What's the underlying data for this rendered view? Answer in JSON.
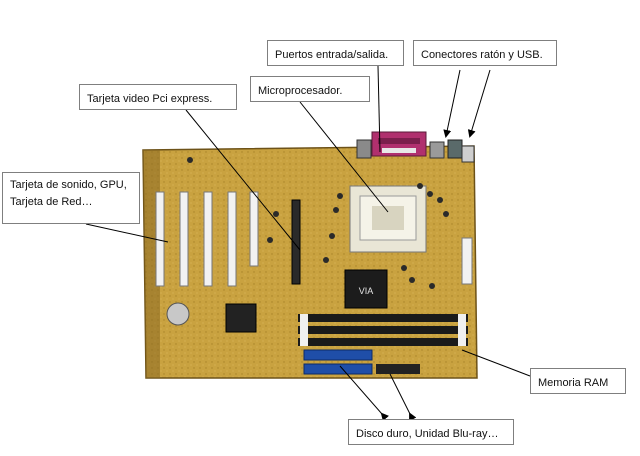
{
  "labels": {
    "puertos": "Puertos entrada/salida.",
    "conectores": "Conectores ratón y  USB.",
    "tarjeta_video": "Tarjeta video Pci express.",
    "microprocesador": "Microprocesador.",
    "tarjeta_sonido": "Tarjeta de sonido,  GPU, Tarjeta de Red…",
    "memoria_ram": "Memoria RAM",
    "disco_duro": "Disco duro, Unidad Blu-ray…"
  },
  "board": {
    "chip_logo": "VIA",
    "pcb_color": "#c9a240",
    "pcb_dark": "#8a6a22",
    "ram_slot_color": "#1a1a1a",
    "ide_slot_color": "#1f4ea8",
    "parallel_port_color": "#b0306e",
    "arrow_color": "#000000"
  }
}
